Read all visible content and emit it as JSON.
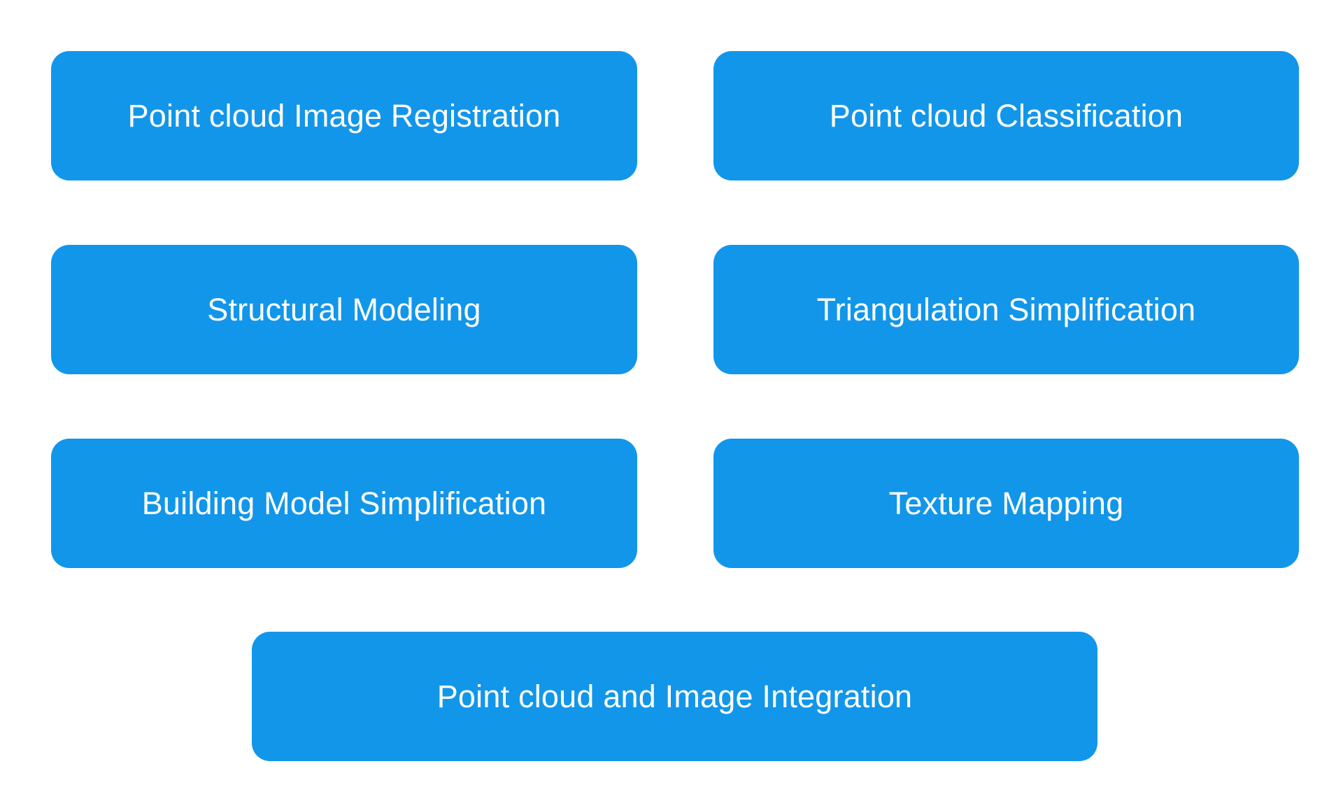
{
  "colors": {
    "box_fill": "#1296ea",
    "box_text": "#ffffff",
    "background": "#ffffff"
  },
  "boxes": [
    {
      "label": "Point cloud Image Registration"
    },
    {
      "label": "Point cloud Classification"
    },
    {
      "label": "Structural Modeling"
    },
    {
      "label": "Triangulation Simplification"
    },
    {
      "label": "Building Model Simplification"
    },
    {
      "label": "Texture Mapping"
    },
    {
      "label": "Point cloud and Image Integration"
    }
  ]
}
